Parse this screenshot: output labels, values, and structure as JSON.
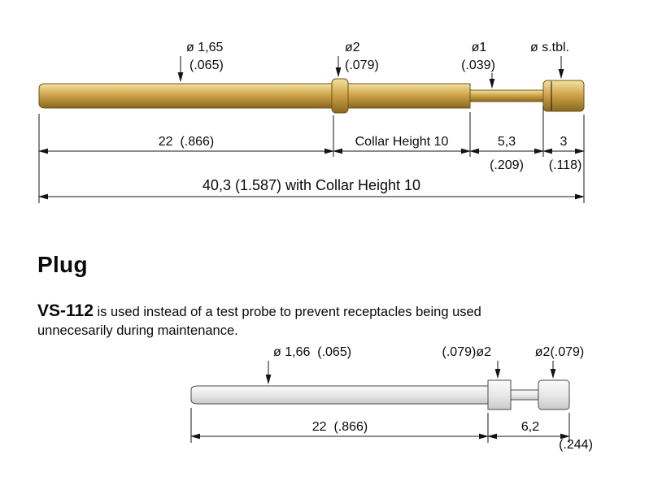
{
  "colors": {
    "gold_light": "#f3e2a2",
    "gold_mid": "#d0a64c",
    "gold_dark": "#8a671f",
    "plug_light": "#fafafa",
    "plug_mid": "#e9e9e9",
    "plug_dark": "#c9c9c9",
    "line": "#141414"
  },
  "probe": {
    "dia_barrel": "ø 1,65",
    "dia_barrel_inch": "(.065)",
    "dia_collar": "ø2",
    "dia_collar_inch": "(.079)",
    "dia_tip": "ø1",
    "dia_tip_inch": "(.039)",
    "dia_head": "ø s.tbl.",
    "dim_barrel": "22  (.866)",
    "dim_collar": "Collar Height 10",
    "dim_tip": "5,3",
    "dim_tip_inch": "(.209)",
    "dim_head": "3",
    "dim_head_inch": "(.118)",
    "dim_overall": "40,3 (1.587) with Collar Height 10"
  },
  "plug_text": {
    "heading": "Plug",
    "model": "VS-112",
    "desc_line1": " is used instead of a test probe to prevent receptacles being used",
    "desc_line2": "unnecesarily during maintenance."
  },
  "plug": {
    "dia_barrel": "ø 1,66  (.065)",
    "dia_collar": "(.079)ø2",
    "dia_cap": "ø2(.079)",
    "dim_barrel": "22  (.866)",
    "dim_right": "6,2",
    "dim_right_inch": "(.244)"
  }
}
